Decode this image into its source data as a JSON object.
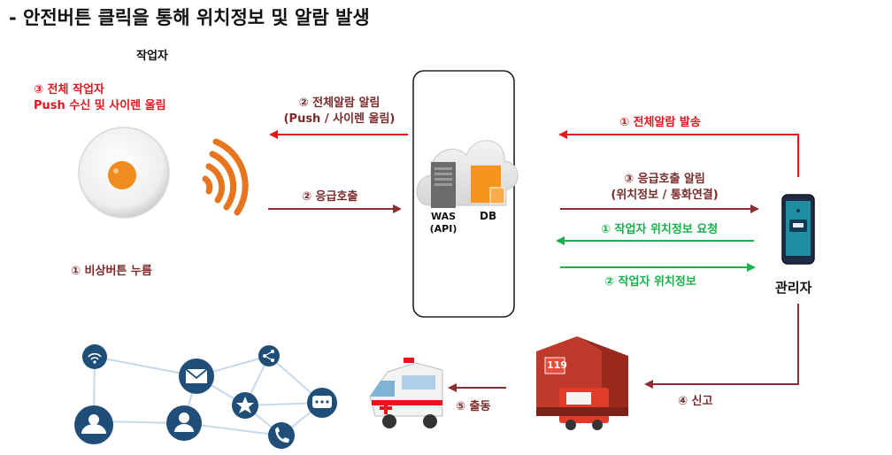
{
  "title": "- 안전버튼 클릭을 통해 위치정보 및 알람 발생",
  "worker_label": "작업자",
  "worker_push": [
    "③ 전체 작업자",
    "Push 수신 및 사이렌 울림"
  ],
  "button_press": "① 비상버튼 누름",
  "alarm_all_worker": [
    "② 전체알람 알림",
    "(Push / 사이렌 울림)"
  ],
  "emergency_call": "② 응급호출",
  "server": {
    "was": "WAS",
    "api": "(API)",
    "db": "DB"
  },
  "alarm_send": "① 전체알람 발송",
  "emergency_notice": [
    "③ 응급호출 알림",
    "(위치정보 / 통화연결)"
  ],
  "location_request": "① 작업자 위치정보 요청",
  "location_info": "② 작업자 위치정보",
  "admin_label": "관리자",
  "report": "④ 신고",
  "dispatch": "⑤ 출동",
  "fire_station_sign": "119",
  "colors": {
    "red": "#e8141e",
    "dark_red": "#8b3030",
    "green": "#18b04a",
    "orange": "#f08c1e",
    "network_blue": "#1f4e79"
  }
}
